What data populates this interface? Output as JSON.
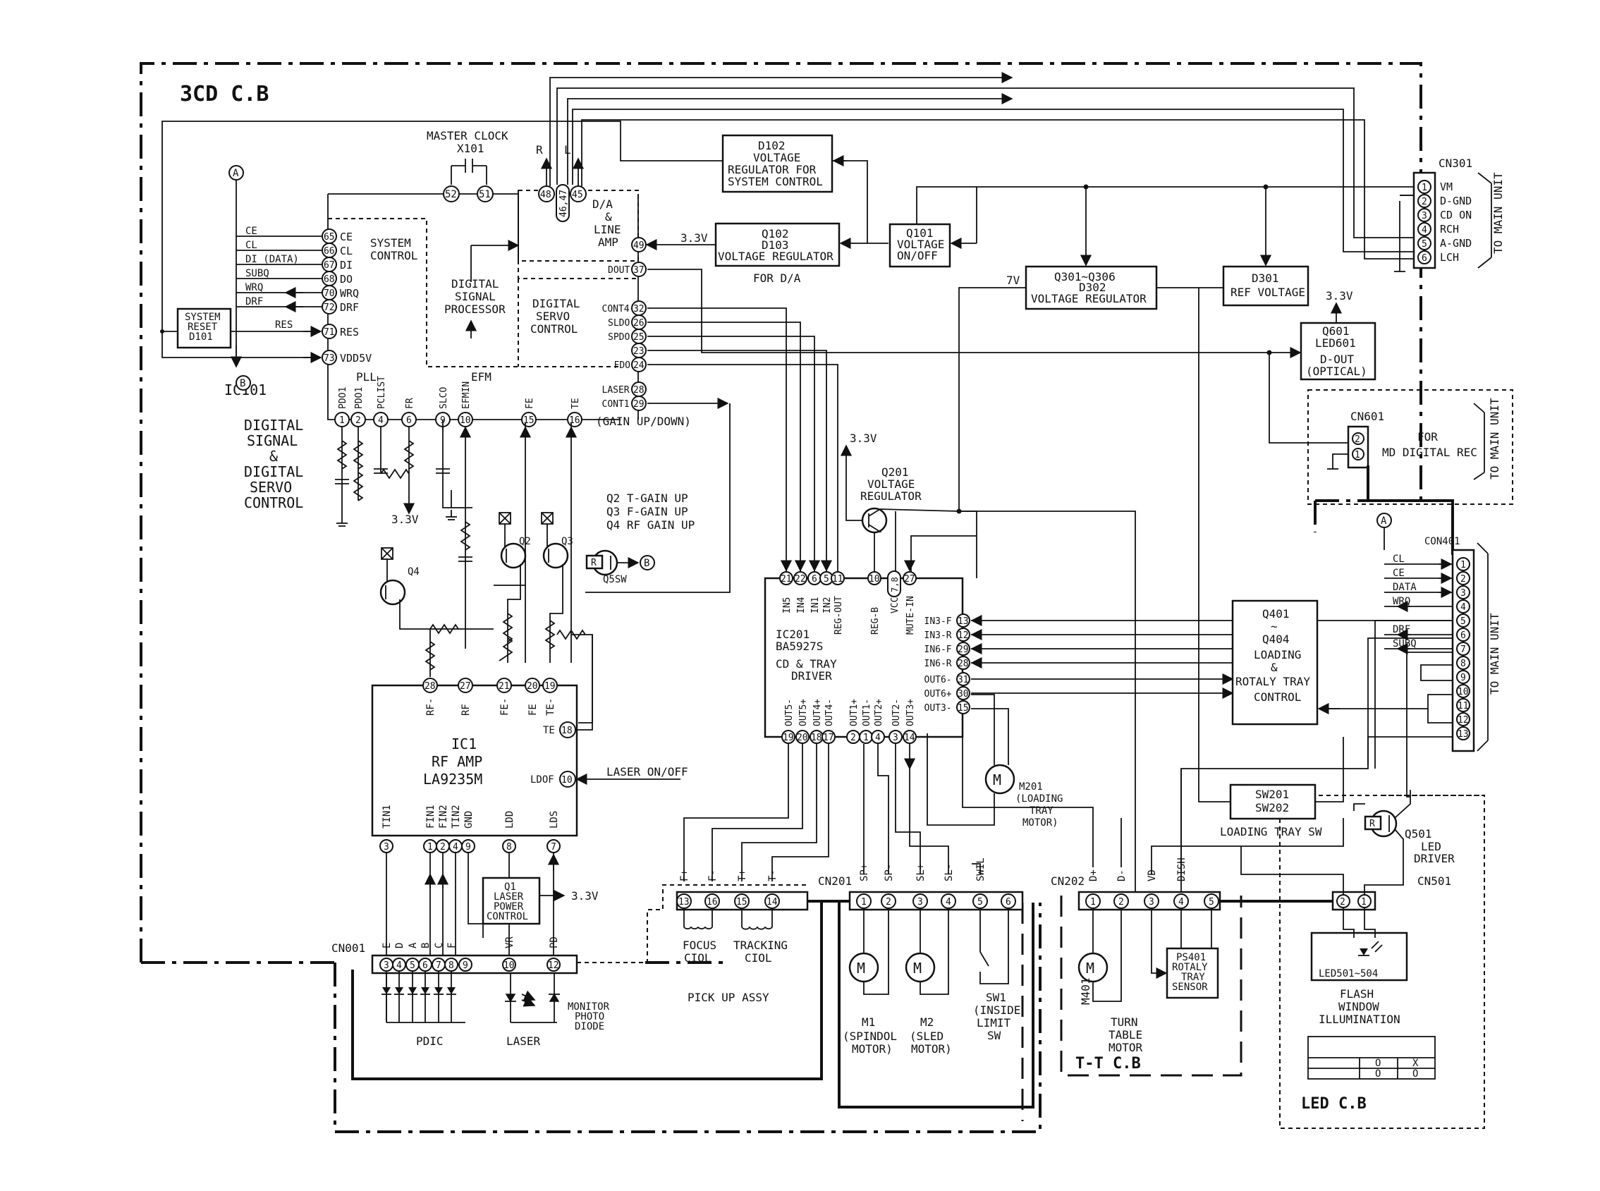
{
  "boards": {
    "main": "3CD C.B",
    "tt": "T-T C.B",
    "led": "LED C.B"
  },
  "clock": {
    "title": "MASTER CLOCK",
    "ref": "X101",
    "pin_a": "52",
    "pin_b": "51"
  },
  "ic101": {
    "ref": "IC101",
    "desc": [
      "DIGITAL",
      "SIGNAL",
      "&",
      "DIGITAL",
      "SERVO",
      "CONTROL"
    ],
    "system_control": [
      "SYSTEM",
      "CONTROL"
    ],
    "dsp": [
      "DIGITAL",
      "SIGNAL",
      "PROCESSOR"
    ],
    "servo": [
      "DIGITAL",
      "SERVO",
      "CONTROL"
    ],
    "da": [
      "D/A",
      "&",
      "LINE",
      "AMP"
    ],
    "pll": "PLL",
    "efm": "EFM",
    "da_pins": [
      "48",
      "46,47",
      "45"
    ],
    "r_label": "R",
    "l_label": "L",
    "left_pins": [
      {
        "pin": "65",
        "name": "CE",
        "wire": "CE"
      },
      {
        "pin": "66",
        "name": "CL",
        "wire": "CL"
      },
      {
        "pin": "67",
        "name": "DI",
        "wire": "DI (DATA)"
      },
      {
        "pin": "68",
        "name": "DO",
        "wire": "SUBQ"
      },
      {
        "pin": "70",
        "name": "WRQ",
        "wire": "WRQ"
      },
      {
        "pin": "72",
        "name": "DRF",
        "wire": "DRF"
      },
      {
        "pin": "71",
        "name": "RES",
        "wire": "RES"
      },
      {
        "pin": "73",
        "name": "VDD5V",
        "wire": ""
      }
    ],
    "right_pins": [
      {
        "pin": "49",
        "name": ""
      },
      {
        "pin": "37",
        "name": "DOUT"
      },
      {
        "pin": "32",
        "name": "CONT4"
      },
      {
        "pin": "26",
        "name": "SLDO"
      },
      {
        "pin": "25",
        "name": "SPDO"
      },
      {
        "pin": "23",
        "name": ""
      },
      {
        "pin": "24",
        "name": "FDO"
      },
      {
        "pin": "28",
        "name": "LASER"
      },
      {
        "pin": "29",
        "name": "CONT1"
      }
    ],
    "bottom_pins": [
      {
        "pin": "1",
        "name": "PDO1"
      },
      {
        "pin": "2",
        "name": "PDO1"
      },
      {
        "pin": "4",
        "name": "PCLIST"
      },
      {
        "pin": "6",
        "name": "FR"
      },
      {
        "pin": "9",
        "name": "SLCO"
      },
      {
        "pin": "10",
        "name": "EFMIN"
      },
      {
        "pin": "15",
        "name": "FE"
      },
      {
        "pin": "16",
        "name": "TE"
      }
    ],
    "gain": "(GAIN UP/DOWN)"
  },
  "sysreset": {
    "lines": [
      "SYSTEM",
      "RESET",
      "D101"
    ]
  },
  "q102": {
    "lines": [
      "Q102",
      "D103",
      "VOLTAGE REGULATOR"
    ],
    "note": "FOR D/A",
    "volt": "3.3V"
  },
  "d102": {
    "lines": [
      "D102",
      "VOLTAGE",
      "REGULATOR FOR",
      "SYSTEM CONTROL"
    ]
  },
  "q101": {
    "lines": [
      "Q101",
      "VOLTAGE",
      "ON/OFF"
    ]
  },
  "q301": {
    "lines": [
      "Q301~Q306",
      "D302",
      "VOLTAGE REGULATOR"
    ],
    "volt": "7V"
  },
  "d301": {
    "lines": [
      "D301",
      "REF VOLTAGE"
    ]
  },
  "q601": {
    "lines": [
      "Q601",
      "LED601",
      "D-OUT",
      "(OPTICAL)"
    ],
    "volt": "3.3V"
  },
  "cn301": {
    "ref": "CN301",
    "pins": [
      {
        "pin": "1",
        "name": "VM"
      },
      {
        "pin": "2",
        "name": "D-GND"
      },
      {
        "pin": "3",
        "name": "CD ON"
      },
      {
        "pin": "4",
        "name": "RCH"
      },
      {
        "pin": "5",
        "name": "A-GND"
      },
      {
        "pin": "6",
        "name": "LCH"
      }
    ],
    "to": "TO MAIN UNIT"
  },
  "cn601": {
    "ref": "CN601",
    "pins": [
      "2",
      "1"
    ],
    "desc": [
      "FOR",
      "MD DIGITAL REC"
    ],
    "to": "TO MAIN UNIT"
  },
  "con401": {
    "ref": "CON401",
    "pins": [
      "1",
      "2",
      "3",
      "4",
      "5",
      "6",
      "7",
      "8",
      "9",
      "10",
      "11",
      "12",
      "13"
    ],
    "wires": [
      "CL",
      "CE",
      "DATA",
      "WRQ",
      "",
      "DRF",
      "SUBQ"
    ],
    "to": "TO MAIN UNIT"
  },
  "q401": {
    "lines": [
      "Q401",
      "~",
      "Q404",
      "LOADING",
      "&",
      "ROTALY TRAY",
      "CONTROL"
    ]
  },
  "q201": {
    "lines": [
      "Q201",
      "VOLTAGE",
      "REGULATOR"
    ],
    "volt": "3.3V"
  },
  "gain": {
    "lines": [
      "Q2 T-GAIN UP",
      "Q3 F-GAIN UP",
      "Q4 RF GAIN UP"
    ],
    "q2": "Q2",
    "q3": "Q3",
    "q4": "Q4",
    "q5": "Q5SW",
    "r": "R",
    "b": "B"
  },
  "ic201": {
    "ref": "IC201",
    "part": "BA5927S",
    "desc": [
      "CD & TRAY",
      "DRIVER"
    ],
    "top_pins": [
      {
        "pin": "21",
        "name": "IN5"
      },
      {
        "pin": "22",
        "name": "IN4"
      },
      {
        "pin": "6",
        "name": "IN1"
      },
      {
        "pin": "5",
        "name": "IN2"
      },
      {
        "pin": "11",
        "name": "REG-OUT"
      },
      {
        "pin": "10",
        "name": "REG-B"
      },
      {
        "pin": "7,8",
        "name": "VCC"
      },
      {
        "pin": "27",
        "name": "MUTE-IN"
      }
    ],
    "right_pins": [
      {
        "pin": "13",
        "name": "IN3-F"
      },
      {
        "pin": "12",
        "name": "IN3-R"
      },
      {
        "pin": "29",
        "name": "IN6-F"
      },
      {
        "pin": "28",
        "name": "IN6-R"
      },
      {
        "pin": "31",
        "name": "OUT6-"
      },
      {
        "pin": "30",
        "name": "OUT6+"
      },
      {
        "pin": "15",
        "name": "OUT3-"
      }
    ],
    "bottom_pins": [
      {
        "pin": "19",
        "name": "OUT5-"
      },
      {
        "pin": "20",
        "name": "OUT5+"
      },
      {
        "pin": "18",
        "name": "OUT4+"
      },
      {
        "pin": "17",
        "name": "OUT4-"
      },
      {
        "pin": "2",
        "name": "OUT1+"
      },
      {
        "pin": "1",
        "name": "OUT1-"
      },
      {
        "pin": "4",
        "name": "OUT2+"
      },
      {
        "pin": "3",
        "name": "OUT2-"
      },
      {
        "pin": "14",
        "name": "OUT3+"
      }
    ]
  },
  "ic1": {
    "ref": "IC1",
    "lines": [
      "RF AMP",
      "LA9235M"
    ],
    "top_pins": [
      {
        "pin": "28",
        "name": "RF-"
      },
      {
        "pin": "27",
        "name": "RF"
      },
      {
        "pin": "21",
        "name": "FE-"
      },
      {
        "pin": "20",
        "name": "FE"
      },
      {
        "pin": "19",
        "name": "TE-"
      }
    ],
    "te": {
      "pin": "18",
      "name": "TE"
    },
    "ldof": {
      "pin": "10",
      "name": "LDOF"
    },
    "laser": "LASER ON/OFF",
    "bottom_pins": [
      {
        "pin": "3",
        "name": "TIN1"
      },
      {
        "pin": "1",
        "name": "FIN1"
      },
      {
        "pin": "2",
        "name": "FIN2"
      },
      {
        "pin": "4",
        "name": "TIN2"
      },
      {
        "pin": "9",
        "name": "GND"
      },
      {
        "pin": "8",
        "name": "LDD"
      },
      {
        "pin": "7",
        "name": "LDS"
      }
    ]
  },
  "q1": {
    "lines": [
      "Q1",
      "LASER",
      "POWER",
      "CONTROL"
    ],
    "volt": "3.3V"
  },
  "cn001": {
    "ref": "CN001",
    "pins": [
      {
        "pin": "3",
        "name": "E"
      },
      {
        "pin": "4",
        "name": "D"
      },
      {
        "pin": "5",
        "name": "A"
      },
      {
        "pin": "6",
        "name": "B"
      },
      {
        "pin": "7",
        "name": "C"
      },
      {
        "pin": "8",
        "name": "F"
      },
      {
        "pin": "9",
        "name": ""
      },
      {
        "pin": "10",
        "name": "VR"
      },
      {
        "pin": "12",
        "name": "PD"
      }
    ],
    "pdic": "PDIC",
    "laser": "LASER",
    "monitor": [
      "MONITOR",
      "PHOTO",
      "DIODE"
    ]
  },
  "pickup": {
    "pins": [
      {
        "pin": "13",
        "name": "F+"
      },
      {
        "pin": "16",
        "name": "F-"
      },
      {
        "pin": "15",
        "name": "T+"
      },
      {
        "pin": "14",
        "name": "T-"
      }
    ],
    "focus": [
      "FOCUS",
      "CIOL"
    ],
    "tracking": [
      "TRACKING",
      "CIOL"
    ],
    "title": "PICK UP ASSY"
  },
  "cn201": {
    "ref": "CN201",
    "pins": [
      {
        "pin": "1",
        "name": "SP+"
      },
      {
        "pin": "2",
        "name": "SP-"
      },
      {
        "pin": "3",
        "name": "SL+"
      },
      {
        "pin": "4",
        "name": "SL-"
      },
      {
        "pin": "5",
        "name": "SWIL"
      },
      {
        "pin": "6",
        "name": ""
      }
    ]
  },
  "cn202": {
    "ref": "CN202",
    "pins": [
      {
        "pin": "1",
        "name": "D+"
      },
      {
        "pin": "2",
        "name": "D-"
      },
      {
        "pin": "3",
        "name": "VD"
      },
      {
        "pin": "4",
        "name": "DISH"
      },
      {
        "pin": "5",
        "name": ""
      }
    ]
  },
  "motors": {
    "m1": [
      "M1",
      "(SPINDOL",
      "MOTOR)"
    ],
    "m2": [
      "M2",
      "(SLED",
      "MOTOR)"
    ],
    "sw1": [
      "SW1",
      "(INSIDE",
      "LIMIT",
      "SW"
    ],
    "m401": "M401",
    "turn": [
      "TURN",
      "TABLE",
      "MOTOR"
    ],
    "m201": [
      "M201",
      "(LOADING",
      "TRAY",
      "MOTOR)"
    ],
    "m": "M"
  },
  "ps401": {
    "lines": [
      "PS401",
      "ROTALY",
      "TRAY",
      "SENSOR"
    ]
  },
  "sw201": {
    "lines": [
      "SW201",
      "SW202"
    ],
    "label": "LOADING TRAY SW"
  },
  "q501": {
    "lines": [
      "Q501",
      "LED",
      "DRIVER"
    ],
    "ref": "CN501",
    "pins": [
      "2",
      "1"
    ]
  },
  "led501": {
    "ref": "LED501~504",
    "lines": [
      "FLASH",
      "WINDOW",
      "ILLUMINATION"
    ]
  },
  "led_table": {
    "cells": [
      "",
      "O",
      "X",
      "",
      "O",
      "O"
    ]
  },
  "refs": {
    "a": "A",
    "b": "B",
    "v33": "3.3V"
  }
}
